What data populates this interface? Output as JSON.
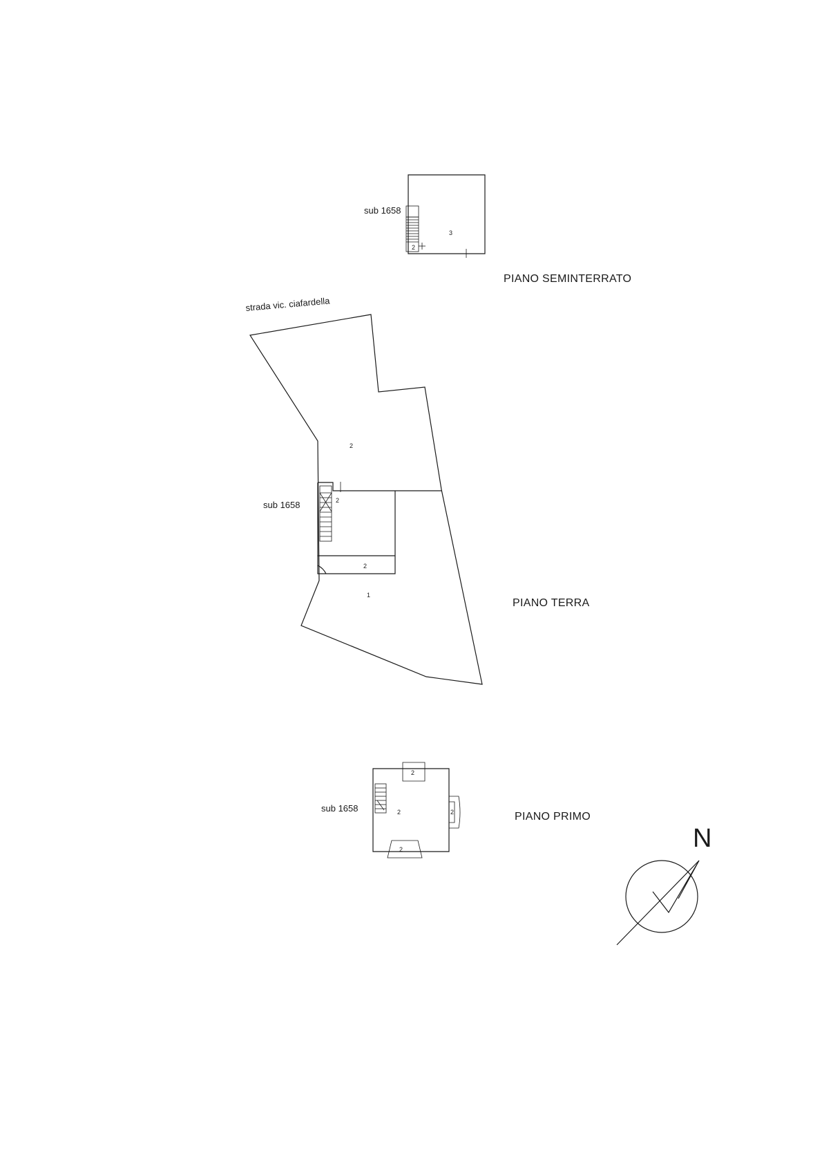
{
  "floors": {
    "seminterrato": {
      "title": "PIANO SEMINTERRATO",
      "sub": "sub 1658",
      "rooms": [
        "3",
        "2"
      ]
    },
    "terra": {
      "title": "PIANO TERRA",
      "sub": "sub 1658",
      "road": "strada vic. ciafardella",
      "rooms": [
        "2",
        "2",
        "2",
        "1"
      ]
    },
    "primo": {
      "title": "PIANO PRIMO",
      "sub": "sub 1658",
      "rooms": [
        "2",
        "2",
        "2",
        "2"
      ]
    }
  },
  "compass": {
    "label": "N"
  }
}
